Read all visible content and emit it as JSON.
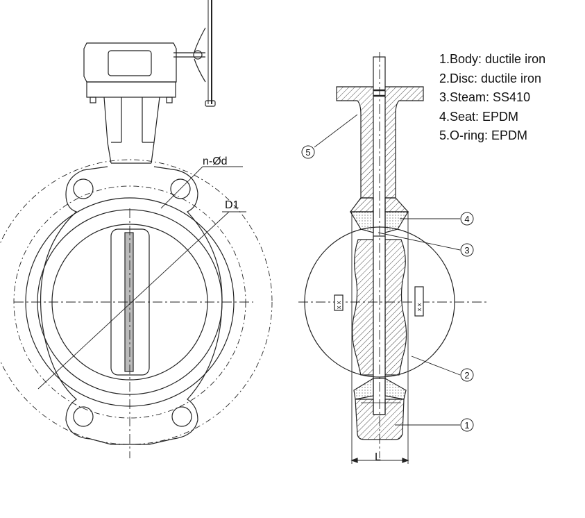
{
  "legend": [
    {
      "label": "1.Body: ductile iron"
    },
    {
      "label": "2.Disc: ductile iron"
    },
    {
      "label": "3.Steam: SS410"
    },
    {
      "label": "4.Seat: EPDM"
    },
    {
      "label": "5.O-ring: EPDM"
    }
  ],
  "dimensions": {
    "bolt_holes": "n-Ød",
    "bolt_circle": "D1",
    "face_width": "L"
  },
  "callouts": [
    "1",
    "2",
    "3",
    "4",
    "5"
  ],
  "marks": {
    "disc_mark": "x x"
  },
  "colors": {
    "line": "#222222",
    "hatch": "#444444"
  }
}
